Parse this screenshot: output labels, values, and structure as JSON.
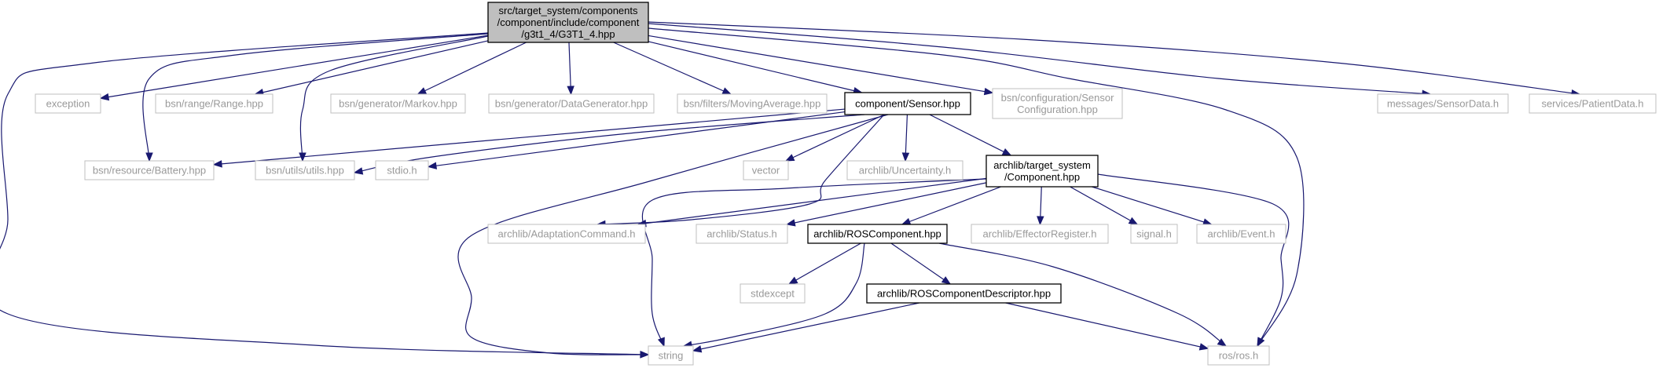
{
  "diagram": {
    "type": "include-dependency-graph",
    "colors": {
      "edge": "#191970",
      "root_fill": "#bfbfbf",
      "undocumented_border": "#bfbfbf",
      "undocumented_text": "#999999",
      "documented_border": "#000000"
    },
    "nodes": [
      {
        "id": "g3t1_4",
        "lines": [
          "src/target_system/components",
          "/component/include/component",
          "/g3t1_4/G3T1_4.hpp"
        ],
        "kind": "root"
      },
      {
        "id": "exception",
        "lines": [
          "exception"
        ],
        "kind": "external"
      },
      {
        "id": "battery",
        "lines": [
          "bsn/resource/Battery.hpp"
        ],
        "kind": "external"
      },
      {
        "id": "range",
        "lines": [
          "bsn/range/Range.hpp"
        ],
        "kind": "external"
      },
      {
        "id": "utils",
        "lines": [
          "bsn/utils/utils.hpp"
        ],
        "kind": "external"
      },
      {
        "id": "markov",
        "lines": [
          "bsn/generator/Markov.hpp"
        ],
        "kind": "external"
      },
      {
        "id": "datagen",
        "lines": [
          "bsn/generator/DataGenerator.hpp"
        ],
        "kind": "external"
      },
      {
        "id": "movavg",
        "lines": [
          "bsn/filters/MovingAverage.hpp"
        ],
        "kind": "external"
      },
      {
        "id": "sensor",
        "lines": [
          "component/Sensor.hpp"
        ],
        "kind": "documented"
      },
      {
        "id": "sensorconf",
        "lines": [
          "bsn/configuration/Sensor",
          "Configuration.hpp"
        ],
        "kind": "external"
      },
      {
        "id": "sensordata",
        "lines": [
          "messages/SensorData.h"
        ],
        "kind": "external"
      },
      {
        "id": "patientdata",
        "lines": [
          "services/PatientData.h"
        ],
        "kind": "external"
      },
      {
        "id": "stdio",
        "lines": [
          "stdio.h"
        ],
        "kind": "external"
      },
      {
        "id": "vector",
        "lines": [
          "vector"
        ],
        "kind": "external"
      },
      {
        "id": "uncertainty",
        "lines": [
          "archlib/Uncertainty.h"
        ],
        "kind": "external"
      },
      {
        "id": "componenthpp",
        "lines": [
          "archlib/target_system",
          "/Component.hpp"
        ],
        "kind": "documented"
      },
      {
        "id": "adaptcmd",
        "lines": [
          "archlib/AdaptationCommand.h"
        ],
        "kind": "external"
      },
      {
        "id": "status",
        "lines": [
          "archlib/Status.h"
        ],
        "kind": "external"
      },
      {
        "id": "roscomp",
        "lines": [
          "archlib/ROSComponent.hpp"
        ],
        "kind": "documented"
      },
      {
        "id": "effector",
        "lines": [
          "archlib/EffectorRegister.h"
        ],
        "kind": "external"
      },
      {
        "id": "signal",
        "lines": [
          "signal.h"
        ],
        "kind": "external"
      },
      {
        "id": "event",
        "lines": [
          "archlib/Event.h"
        ],
        "kind": "external"
      },
      {
        "id": "stdexcept",
        "lines": [
          "stdexcept"
        ],
        "kind": "external"
      },
      {
        "id": "roscompdesc",
        "lines": [
          "archlib/ROSComponentDescriptor.hpp"
        ],
        "kind": "documented"
      },
      {
        "id": "string",
        "lines": [
          "string"
        ],
        "kind": "external"
      },
      {
        "id": "rosh",
        "lines": [
          "ros/ros.h"
        ],
        "kind": "external"
      }
    ],
    "edges": [
      [
        "g3t1_4",
        "string"
      ],
      [
        "g3t1_4",
        "exception"
      ],
      [
        "g3t1_4",
        "battery"
      ],
      [
        "g3t1_4",
        "range"
      ],
      [
        "g3t1_4",
        "utils"
      ],
      [
        "g3t1_4",
        "markov"
      ],
      [
        "g3t1_4",
        "datagen"
      ],
      [
        "g3t1_4",
        "movavg"
      ],
      [
        "g3t1_4",
        "sensor"
      ],
      [
        "g3t1_4",
        "sensorconf"
      ],
      [
        "g3t1_4",
        "rosh"
      ],
      [
        "g3t1_4",
        "sensordata"
      ],
      [
        "g3t1_4",
        "patientdata"
      ],
      [
        "sensor",
        "battery"
      ],
      [
        "sensor",
        "utils"
      ],
      [
        "sensor",
        "stdio"
      ],
      [
        "sensor",
        "string"
      ],
      [
        "sensor",
        "vector"
      ],
      [
        "sensor",
        "adaptcmd"
      ],
      [
        "sensor",
        "uncertainty"
      ],
      [
        "sensor",
        "componenthpp"
      ],
      [
        "componenthpp",
        "adaptcmd"
      ],
      [
        "componenthpp",
        "string"
      ],
      [
        "componenthpp",
        "status"
      ],
      [
        "componenthpp",
        "roscomp"
      ],
      [
        "componenthpp",
        "effector"
      ],
      [
        "componenthpp",
        "signal"
      ],
      [
        "componenthpp",
        "event"
      ],
      [
        "componenthpp",
        "rosh"
      ],
      [
        "roscomp",
        "stdexcept"
      ],
      [
        "roscomp",
        "roscompdesc"
      ],
      [
        "roscomp",
        "string"
      ],
      [
        "roscomp",
        "rosh"
      ],
      [
        "roscompdesc",
        "string"
      ],
      [
        "roscompdesc",
        "rosh"
      ]
    ]
  }
}
